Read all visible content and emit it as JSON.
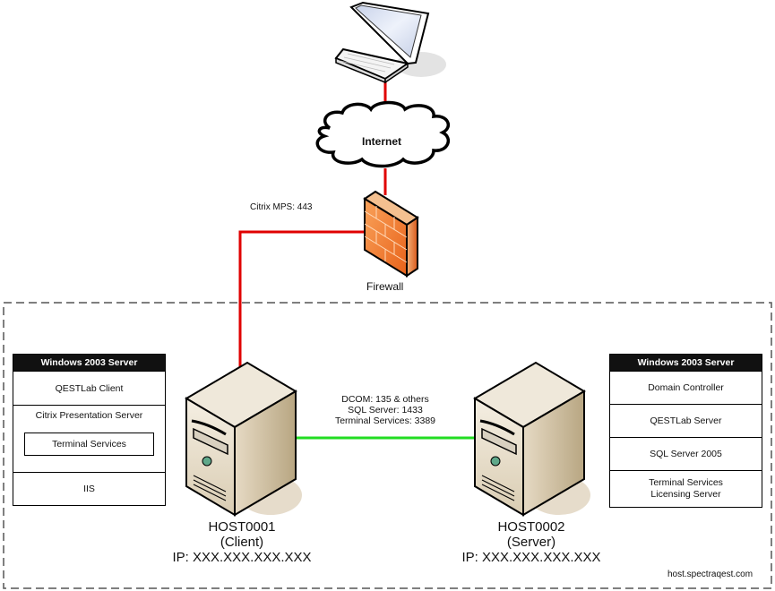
{
  "diagram": {
    "nodes": {
      "laptop": {
        "icon": "laptop-icon"
      },
      "internet": {
        "label": "Internet",
        "icon": "cloud-icon"
      },
      "firewall": {
        "label": "Firewall",
        "icon": "firewall-icon"
      },
      "host1": {
        "name": "HOST0001",
        "role": "(Client)",
        "ip": "IP: XXX.XXX.XXX.XXX",
        "icon": "server-tower-icon"
      },
      "host2": {
        "name": "HOST0002",
        "role": "(Server)",
        "ip": "IP: XXX.XXX.XXX.XXX",
        "icon": "server-tower-icon"
      }
    },
    "links": {
      "citrix": {
        "label": "Citrix MPS: 443",
        "color": "#e00000"
      },
      "internal": {
        "lines": [
          "DCOM: 135 & others",
          "SQL Server: 1433",
          "Terminal Services: 3389"
        ],
        "color": "#22dd22"
      }
    },
    "left_stack": {
      "header": "Windows 2003 Server",
      "rows": [
        "QESTLab Client",
        "Citrix Presentation Server",
        "IIS"
      ],
      "nested": "Terminal Services"
    },
    "right_stack": {
      "header": "Windows 2003 Server",
      "rows": [
        "Domain Controller",
        "QESTLab Server",
        "SQL Server 2005",
        "Terminal Services",
        "Licensing Server"
      ]
    },
    "domain_label": "host.spectraqest.com",
    "colors": {
      "wan_link": "#e00000",
      "lan_link": "#22dd22",
      "boundary": "#555555",
      "firewall": "#f07a2a"
    }
  }
}
